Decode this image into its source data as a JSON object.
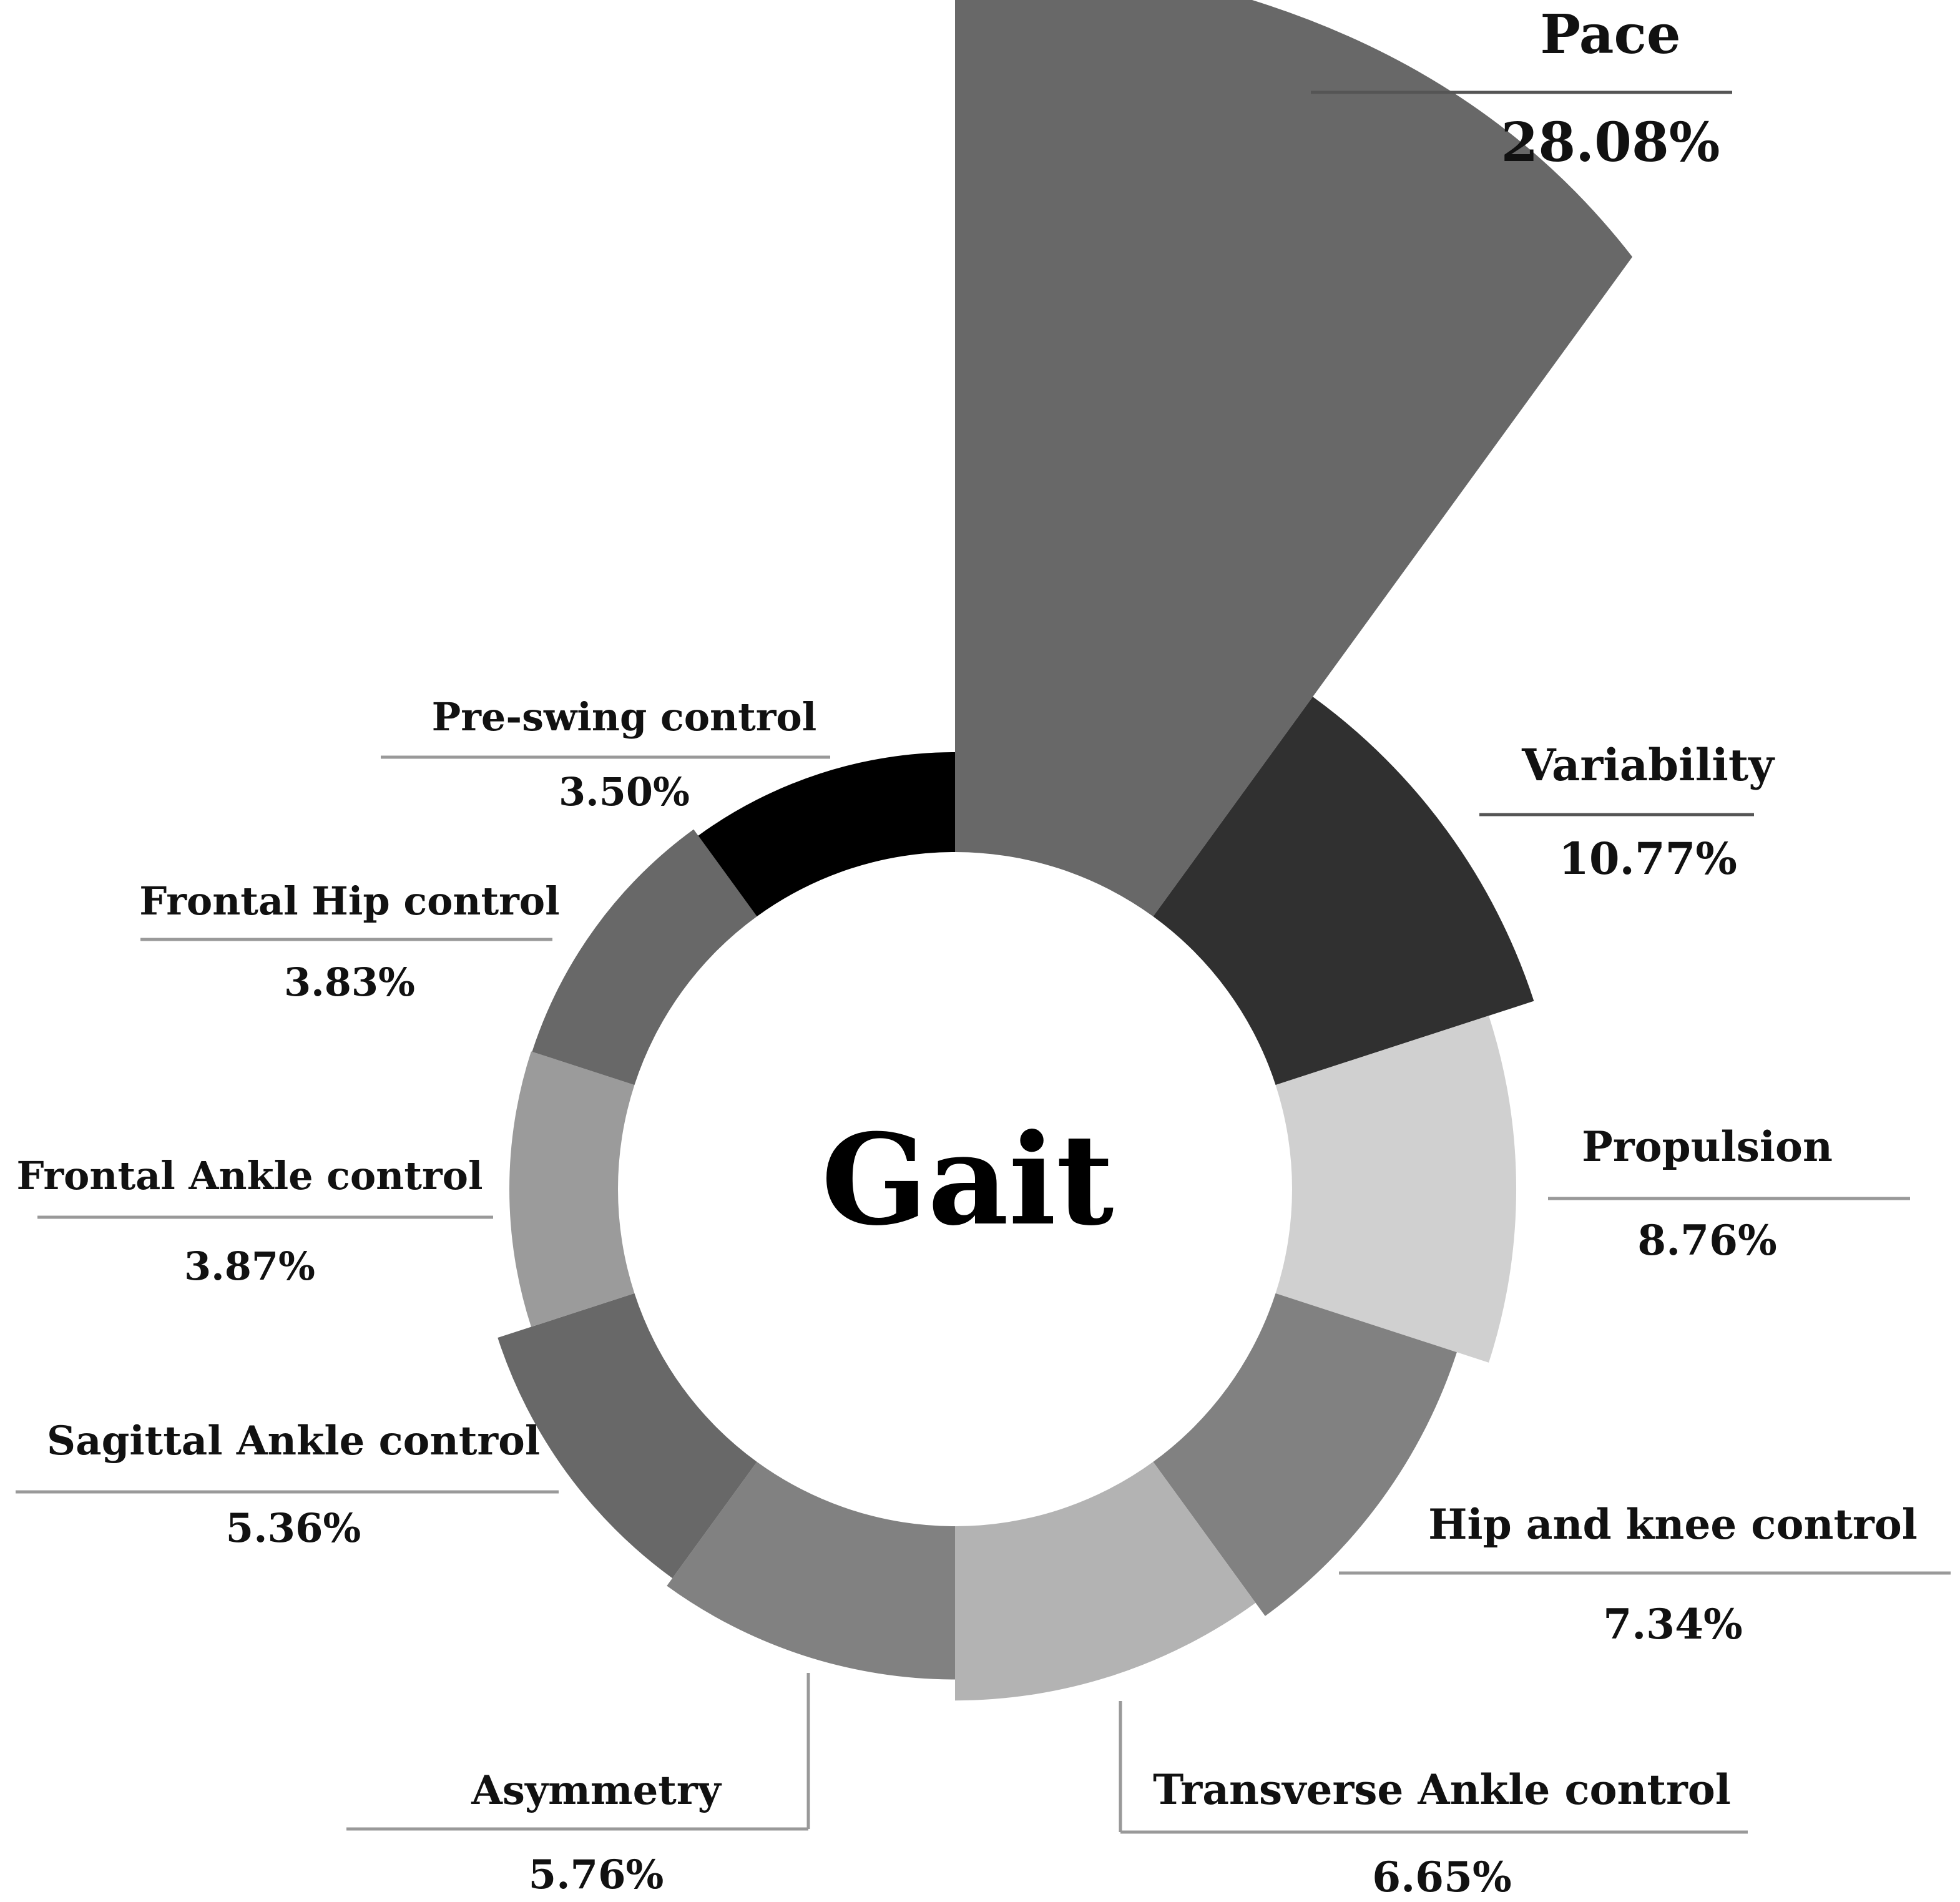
{
  "chart_data": {
    "type": "pie",
    "subtype": "polar-area-donut",
    "center_label": "Gait",
    "grid": false,
    "legend": "none",
    "slices": [
      {
        "label": "Pace",
        "value": 28.08,
        "value_label": "28.08%",
        "color": "#686868"
      },
      {
        "label": "Variability",
        "value": 10.77,
        "value_label": "10.77%",
        "color": "#303030"
      },
      {
        "label": "Propulsion",
        "value": 8.76,
        "value_label": "8.76%",
        "color": "#d0d0d0"
      },
      {
        "label": "Hip and knee control",
        "value": 7.34,
        "value_label": "7.34%",
        "color": "#818181"
      },
      {
        "label": "Transverse Ankle control",
        "value": 6.65,
        "value_label": "6.65%",
        "color": "#b3b3b3"
      },
      {
        "label": "Asymmetry",
        "value": 5.76,
        "value_label": "5.76%",
        "color": "#818181"
      },
      {
        "label": "Sagittal Ankle control",
        "value": 5.36,
        "value_label": "5.36%",
        "color": "#686868"
      },
      {
        "label": "Frontal Ankle control",
        "value": 3.87,
        "value_label": "3.87%",
        "color": "#9b9b9b"
      },
      {
        "label": "Frontal Hip control",
        "value": 3.83,
        "value_label": "3.83%",
        "color": "#686868"
      },
      {
        "label": "Pre-swing control",
        "value": 3.5,
        "value_label": "3.50%",
        "color": "#000000"
      }
    ]
  }
}
